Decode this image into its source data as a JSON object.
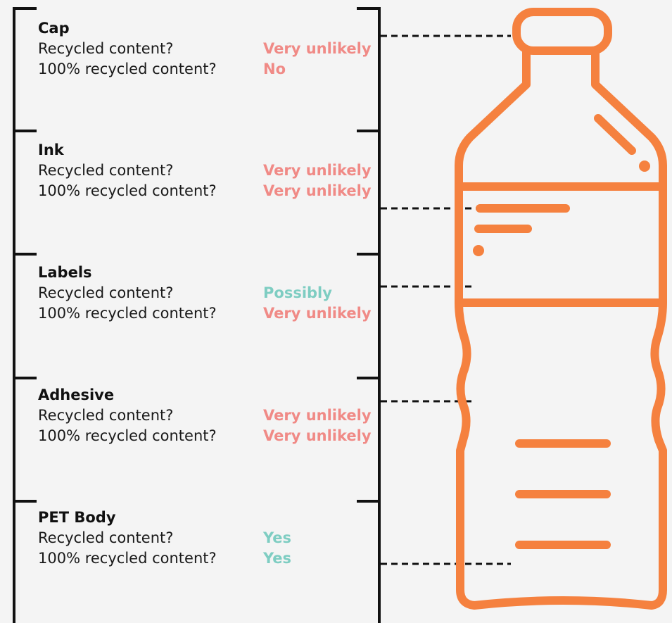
{
  "colors": {
    "bottle": "#f5813f",
    "negative": "#f08a86",
    "positive": "#7ecdc2",
    "bracket": "#111111",
    "background": "#f4f4f4"
  },
  "sections": [
    {
      "title": "Cap",
      "rows": [
        {
          "question": "Recycled content?",
          "answer": "Very unlikely",
          "tone": "neg"
        },
        {
          "question": "100% recycled content?",
          "answer": "No",
          "tone": "neg"
        }
      ]
    },
    {
      "title": "Ink",
      "rows": [
        {
          "question": "Recycled content?",
          "answer": "Very unlikely",
          "tone": "neg"
        },
        {
          "question": "100% recycled content?",
          "answer": "Very unlikely",
          "tone": "neg"
        }
      ]
    },
    {
      "title": "Labels",
      "rows": [
        {
          "question": "Recycled content?",
          "answer": "Possibly",
          "tone": "pos"
        },
        {
          "question": "100% recycled content?",
          "answer": "Very unlikely",
          "tone": "neg"
        }
      ]
    },
    {
      "title": "Adhesive",
      "rows": [
        {
          "question": "Recycled content?",
          "answer": "Very unlikely",
          "tone": "neg"
        },
        {
          "question": "100% recycled content?",
          "answer": "Very unlikely",
          "tone": "neg"
        }
      ]
    },
    {
      "title": "PET Body",
      "rows": [
        {
          "question": "Recycled content?",
          "answer": "Yes",
          "tone": "pos"
        },
        {
          "question": "100% recycled content?",
          "answer": "Yes",
          "tone": "pos"
        }
      ]
    }
  ]
}
